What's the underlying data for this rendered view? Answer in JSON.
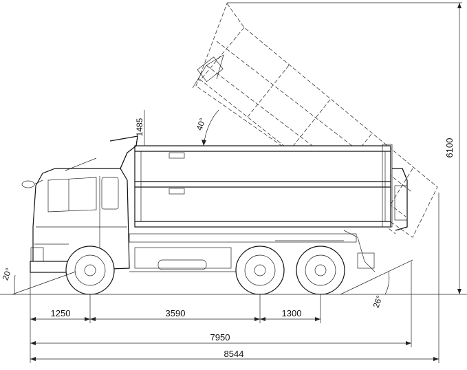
{
  "dimensions": {
    "front_overhang": "1250",
    "wheelbase_front_to_rear": "3590",
    "rear_axle_spacing": "1300",
    "wheelbase_total_length": "7950",
    "overall_length": "8544",
    "tipped_height": "6100",
    "body_lift_height": "1485"
  },
  "angles": {
    "approach_angle": "20°",
    "departure_angle": "26°",
    "tipping_angle": "40°"
  }
}
